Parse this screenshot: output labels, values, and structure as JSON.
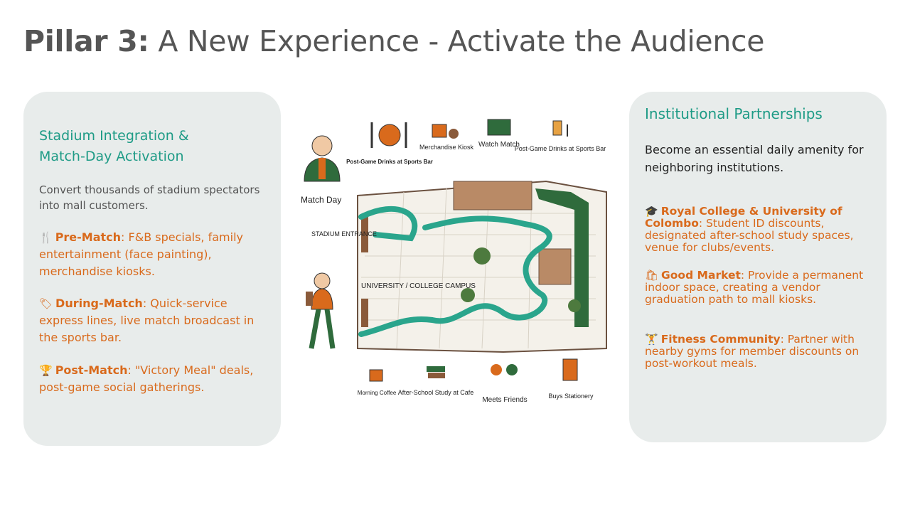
{
  "title": {
    "bold": "Pillar 3:",
    "rest": " A New Experience - Activate the Audience"
  },
  "left_panel": {
    "heading_line1": "Stadium Integration &",
    "heading_line2": "Match-Day Activation",
    "intro": "Convert thousands of stadium spectators into mall customers.",
    "items": [
      {
        "icon": "fork-knife-icon",
        "glyph": "🍴",
        "label": "Pre-Match",
        "text": ": F&B specials, family entertainment (face painting), merchandise kiosks."
      },
      {
        "icon": "tag-icon",
        "glyph": "🏷",
        "label": "During-Match",
        "text": ": Quick-service express lines, live match broadcast in the sports bar."
      },
      {
        "icon": "trophy-icon",
        "glyph": "🏆",
        "label": "Post-Match",
        "text": ": \"Victory Meal\" deals, post-game social gatherings."
      }
    ]
  },
  "right_panel": {
    "heading": "Institutional Partnerships",
    "intro": "Become an essential daily amenity for neighboring institutions.",
    "items": [
      {
        "icon": "graduation-cap-icon",
        "glyph": "🎓",
        "label": "Royal College & University of Colombo",
        "text": ": Student ID discounts, designated after-school study spaces, venue for clubs/events."
      },
      {
        "icon": "shopping-bags-icon",
        "glyph": "🛍",
        "label": "Good Market",
        "text": ": Provide a permanent indoor space, creating a vendor graduation path to mall kiosks."
      },
      {
        "icon": "dumbbell-icon",
        "glyph": "🏋",
        "label": "Fitness Community",
        "text": ": Partner with nearby gyms for member discounts on post-workout meals."
      }
    ]
  },
  "illustration": {
    "top_labels": {
      "post_game_drinks": "Post-Game Drinks at Sports Bar",
      "merchandise_kiosk": "Merchandise Kiosk",
      "watch_match": "Watch Match",
      "post_game_drinks_bar": "Post-Game Drinks at Sports Bar"
    },
    "match_day": "Match Day",
    "stadium_entrance": "STADIUM ENTRANCE",
    "university_campus": "UNIVERSITY / COLLEGE CAMPUS",
    "bottom_labels": {
      "morning_coffee": "Morning Coffee",
      "after_school": "After-School Study at Cafe",
      "meets_friends": "Meets Friends",
      "buys_stationery": "Buys Stationery"
    },
    "colors": {
      "teal_path": "#2aa58c",
      "wall_brown": "#8a5a3a",
      "green_wall": "#2f6b3c"
    }
  }
}
